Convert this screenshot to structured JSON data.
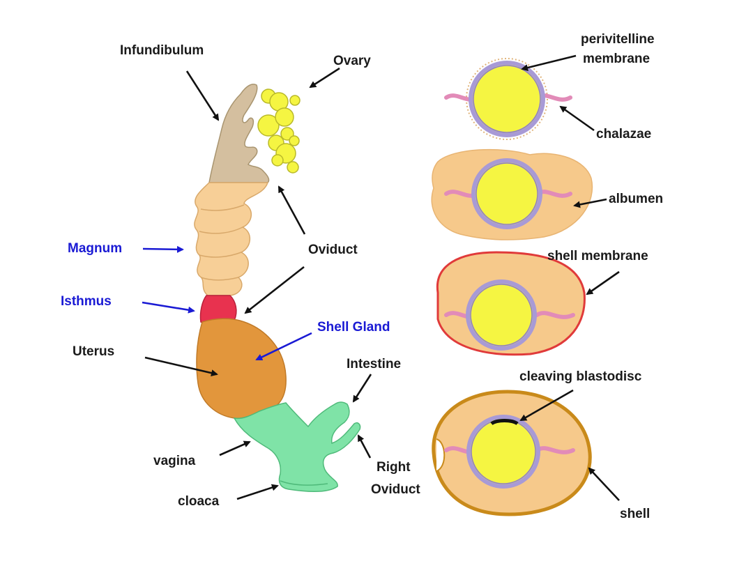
{
  "colors": {
    "infundibulum": "#d4bf9f",
    "magnum": "#f7cf97",
    "isthmus": "#e8324f",
    "uterus": "#e2963c",
    "vagina_cloaca": "#7fe3a7",
    "ovary": "#f5f542",
    "yolk": "#f5f542",
    "albumen": "#f6c98b",
    "membrane": "#a89ad6",
    "chalazae": "#e28bb8",
    "shell_membrane": "#e03a3a",
    "shell": "#c98a1a",
    "label_blue": "#1a1ad4",
    "label_black": "#1a1a1a"
  },
  "labels": {
    "infundibulum": "Infundibulum",
    "ovary": "Ovary",
    "magnum": "Magnum",
    "oviduct": "Oviduct",
    "isthmus": "Isthmus",
    "shell_gland": "Shell Gland",
    "uterus": "Uterus",
    "intestine": "Intestine",
    "vagina": "vagina",
    "right_oviduct_1": "Right",
    "right_oviduct_2": "Oviduct",
    "cloaca": "cloaca",
    "perivitelline_1": "perivitelline",
    "perivitelline_2": "membrane",
    "chalazae": "chalazae",
    "albumen": "albumen",
    "shell_membrane": "shell membrane",
    "cleaving_blastodisc": "cleaving blastodisc",
    "shell": "shell"
  }
}
